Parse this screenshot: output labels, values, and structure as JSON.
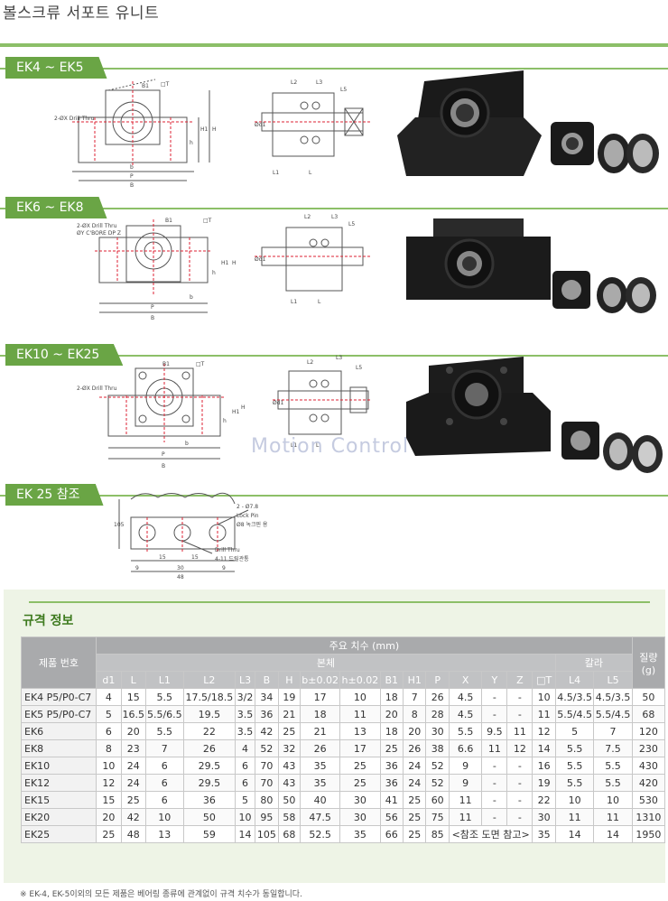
{
  "page": {
    "title": "볼스크류 서포트 유니트"
  },
  "sections": [
    {
      "label": "EK4 ~ EK5"
    },
    {
      "label": "EK6 ~ EK8"
    },
    {
      "label": "EK10 ~ EK25"
    },
    {
      "label": "EK 25 참조"
    }
  ],
  "drawings": {
    "ek4": {
      "hole": "2-ØX Drill Thru",
      "dims": [
        "B1",
        "□T",
        "b",
        "P",
        "B",
        "h",
        "H1",
        "H",
        "L2",
        "L3",
        "L5",
        "L",
        "L1",
        "Ød1"
      ]
    },
    "ek6": {
      "hole": "2-ØX Drill Thru",
      "cbore": "ØY C'BORE DP Z",
      "dims": [
        "B1",
        "□T",
        "b",
        "P",
        "B",
        "h",
        "H1",
        "H",
        "L2",
        "L3",
        "L5",
        "L",
        "L1",
        "Ød1"
      ]
    },
    "ek10": {
      "hole": "2-ØX Drill Thru",
      "dims": [
        "B1",
        "□T",
        "b",
        "P",
        "B",
        "h",
        "H1",
        "H",
        "L2",
        "L3",
        "L5",
        "L",
        "L1",
        "Ød1"
      ]
    },
    "ek25": {
      "pin_callout": "2 - Ø7.8",
      "pin_name": "Lock Pin",
      "pin_note": "Ø8 녹크핀 용",
      "drill_name": "Drill Thru",
      "drill_note": "4-11 드릴관통",
      "dims": [
        "105",
        "15",
        "15",
        "9",
        "30",
        "9",
        "48"
      ]
    }
  },
  "watermark": "Motion Control",
  "spec": {
    "title": "규격 정보",
    "head": {
      "model": "제품 번호",
      "main_dims": "주요 치수 (mm)",
      "body": "본체",
      "collar": "칼라",
      "mass": "질량 (g)",
      "cols": [
        "d1",
        "L",
        "L1",
        "L2",
        "L3",
        "B",
        "H",
        "b±0.02",
        "h±0.02",
        "B1",
        "H1",
        "P",
        "X",
        "Y",
        "Z",
        "□T",
        "L4",
        "L5"
      ]
    },
    "rows": [
      {
        "model": "EK4 P5/P0-C7",
        "cells": [
          "4",
          "15",
          "5.5",
          "17.5/18.5",
          "3/2",
          "34",
          "19",
          "17",
          "10",
          "18",
          "7",
          "26",
          "4.5",
          "-",
          "-",
          "10",
          "4.5/3.5",
          "4.5/3.5",
          "50"
        ]
      },
      {
        "model": "EK5 P5/P0-C7",
        "cells": [
          "5",
          "16.5",
          "5.5/6.5",
          "19.5",
          "3.5",
          "36",
          "21",
          "18",
          "11",
          "20",
          "8",
          "28",
          "4.5",
          "-",
          "-",
          "11",
          "5.5/4.5",
          "5.5/4.5",
          "68"
        ]
      },
      {
        "model": "EK6",
        "cells": [
          "6",
          "20",
          "5.5",
          "22",
          "3.5",
          "42",
          "25",
          "21",
          "13",
          "18",
          "20",
          "30",
          "5.5",
          "9.5",
          "11",
          "12",
          "5",
          "7",
          "120"
        ]
      },
      {
        "model": "EK8",
        "cells": [
          "8",
          "23",
          "7",
          "26",
          "4",
          "52",
          "32",
          "26",
          "17",
          "25",
          "26",
          "38",
          "6.6",
          "11",
          "12",
          "14",
          "5.5",
          "7.5",
          "230"
        ]
      },
      {
        "model": "EK10",
        "cells": [
          "10",
          "24",
          "6",
          "29.5",
          "6",
          "70",
          "43",
          "35",
          "25",
          "36",
          "24",
          "52",
          "9",
          "-",
          "-",
          "16",
          "5.5",
          "5.5",
          "430"
        ]
      },
      {
        "model": "EK12",
        "cells": [
          "12",
          "24",
          "6",
          "29.5",
          "6",
          "70",
          "43",
          "35",
          "25",
          "36",
          "24",
          "52",
          "9",
          "-",
          "-",
          "19",
          "5.5",
          "5.5",
          "420"
        ]
      },
      {
        "model": "EK15",
        "cells": [
          "15",
          "25",
          "6",
          "36",
          "5",
          "80",
          "50",
          "40",
          "30",
          "41",
          "25",
          "60",
          "11",
          "-",
          "-",
          "22",
          "10",
          "10",
          "530"
        ]
      },
      {
        "model": "EK20",
        "cells": [
          "20",
          "42",
          "10",
          "50",
          "10",
          "95",
          "58",
          "47.5",
          "30",
          "56",
          "25",
          "75",
          "11",
          "-",
          "-",
          "30",
          "11",
          "11",
          "1310"
        ]
      }
    ],
    "last_row": {
      "model": "EK25",
      "before": [
        "25",
        "48",
        "13",
        "59",
        "14",
        "105",
        "68",
        "52.5",
        "35",
        "66",
        "25",
        "85"
      ],
      "merged": "<참조 도면 참고>",
      "after": [
        "35",
        "14",
        "14",
        "1950"
      ]
    },
    "footnote": "※ EK-4, EK-5이외의 모든 제품은 베어링 종류에 관계없이 규격 치수가 동일합니다."
  }
}
